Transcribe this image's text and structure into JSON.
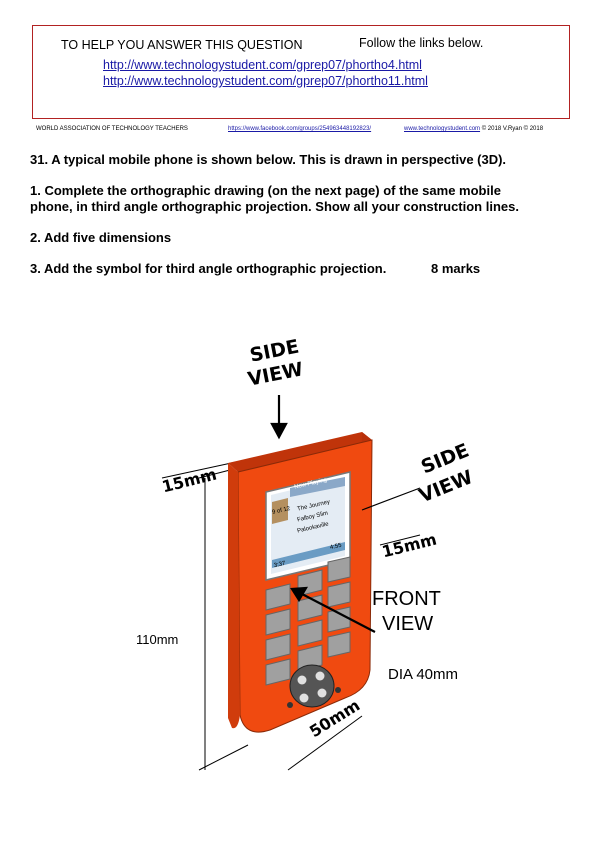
{
  "help_box": {
    "title": "TO HELP YOU ANSWER THIS QUESTION",
    "follow": "Follow the links below.",
    "links": [
      "http://www.technologystudent.com/gprep07/phortho4.html",
      "http://www.technologystudent.com/gprep07/phortho11.html"
    ]
  },
  "footer": {
    "org": "WORLD ASSOCIATION OF TECHNOLOGY TEACHERS",
    "facebook_link": "https://www.facebook.com/groups/254963448192823/",
    "site_link": "www.technologystudent.com",
    "copyright": "© 2018 V.Ryan © 2018"
  },
  "question": {
    "title": "31. A typical mobile phone is shown below. This is drawn in perspective (3D).",
    "part1_line1": "1. Complete the orthographic drawing (on the next page) of the same mobile",
    "part1_line2": "phone, in third angle orthographic projection. Show all your construction lines.",
    "part2": "2. Add five dimensions",
    "part3": "3. Add the symbol for third angle orthographic projection.",
    "marks": "8 marks"
  },
  "drawing": {
    "side_view_top_line1": "SIDE",
    "side_view_top_line2": "VIEW",
    "side_view_right_line1": "SIDE",
    "side_view_right_line2": "VIEW",
    "dim_top": "15mm",
    "dim_right": "15mm",
    "dim_height": "110mm",
    "dim_width": "50mm",
    "front_view_line1": "FRONT",
    "front_view_line2": "VIEW",
    "dia": "DIA 40mm",
    "screen": {
      "now_playing": "Now Playing",
      "track_count": "9 of 12",
      "song_line1": "The Journey",
      "song_line2": "Falboy Slim",
      "song_line3": "Palookaville",
      "elapsed": "3:37",
      "remaining": "4:55"
    },
    "colors": {
      "phone_body": "#f04a10",
      "phone_edge": "#c0340a",
      "keys": "#9a9a9a",
      "screen": "#dfe8f0"
    }
  }
}
